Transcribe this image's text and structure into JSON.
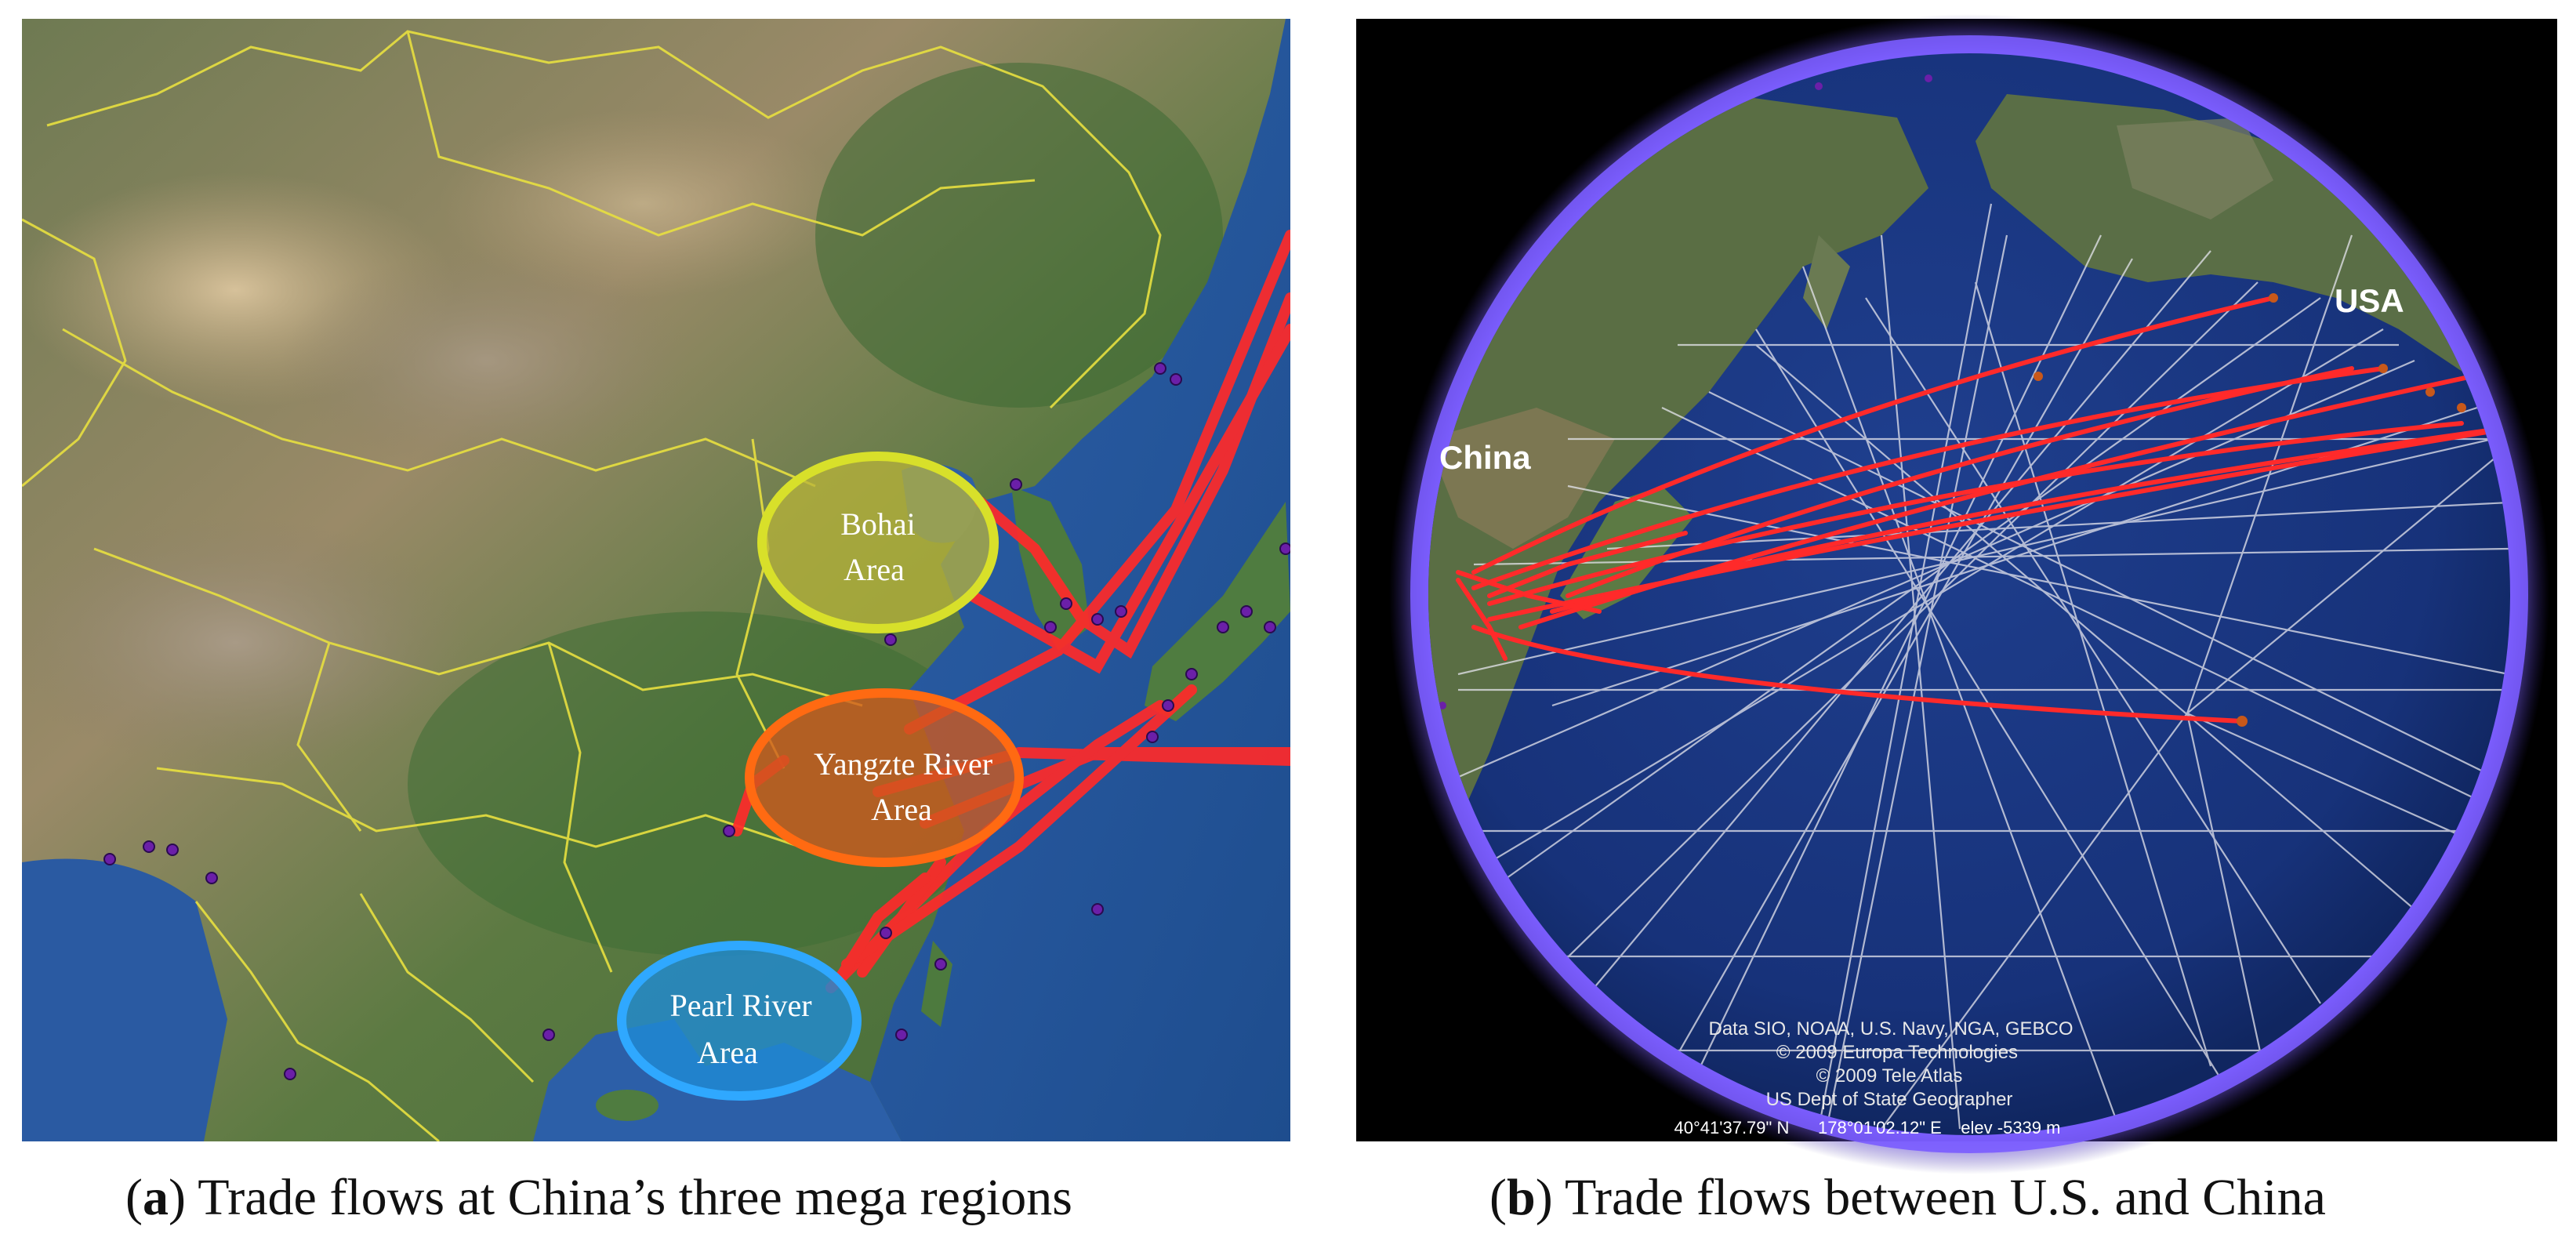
{
  "panel_a": {
    "regions": {
      "bohai": [
        "Bohai",
        "Area"
      ],
      "yangtze": [
        "Yangzte River",
        "Area"
      ],
      "pearl": [
        "Pearl River",
        "Area"
      ]
    },
    "caption": {
      "letter": "a",
      "text": " Trade flows at China’s three mega regions"
    }
  },
  "panel_b": {
    "labels": {
      "china": "China",
      "usa": "USA"
    },
    "credits": [
      "Data SIO, NOAA, U.S. Navy, NGA, GEBCO",
      "© 2009 Europa Technologies",
      "© 2009 Tele Atlas",
      "US Dept of State Geographer"
    ],
    "status_bar": "40°41'37.79\" N      178°01'02.12\" E    elev -5339 m",
    "caption": {
      "letter": "b",
      "text": " Trade flows between U.S. and China"
    }
  },
  "colors": {
    "trade_route": "#ff2a2a",
    "bohai_ring": "#d8e02a",
    "yangtze_ring": "#ff6a12",
    "pearl_ring": "#2fa8ff",
    "atmosphere": "#7a5cff",
    "graticule": "#e6e6ee",
    "border": "#e8e040"
  }
}
